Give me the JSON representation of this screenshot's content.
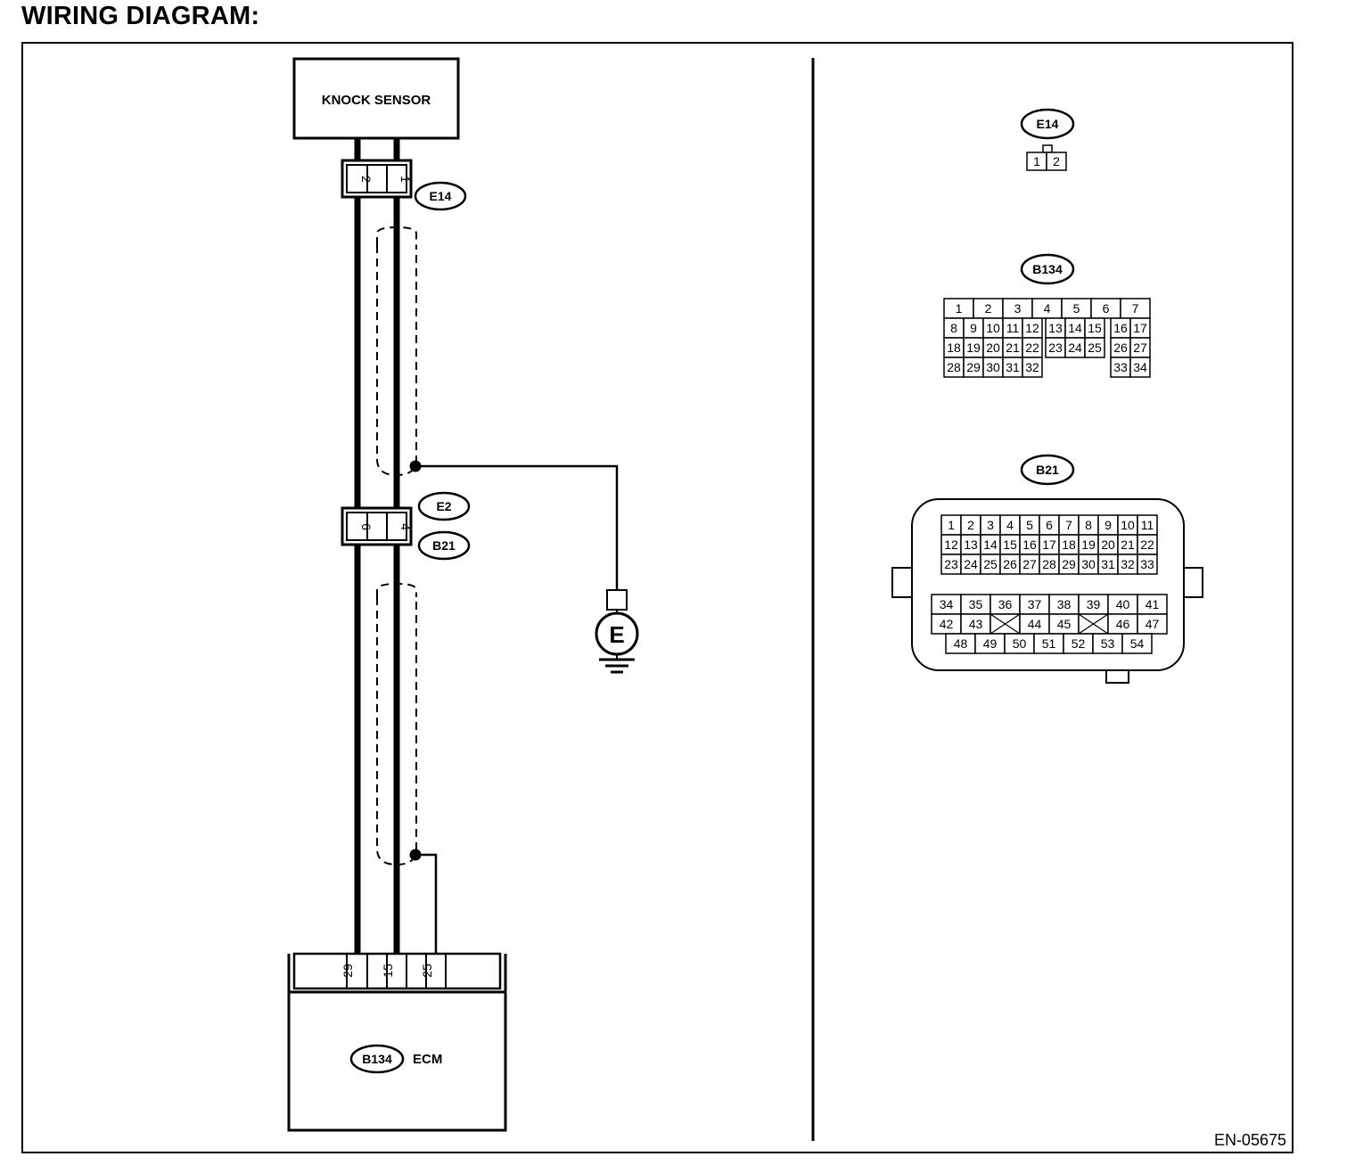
{
  "title": "WIRING DIAGRAM:",
  "figure_id": "EN-05675",
  "components": {
    "knock_sensor": "KNOCK SENSOR",
    "ecm": "ECM",
    "ground_symbol": "E"
  },
  "connector_tags": {
    "e14": "E14",
    "e2": "E2",
    "b21": "B21",
    "b134": "B134"
  },
  "pins": {
    "e14_left": "2",
    "e14_right": "1",
    "b21_left": "6",
    "b21_right": "4",
    "ecm_a": "29",
    "ecm_b": "15",
    "ecm_c": "25"
  },
  "connector_views": {
    "e14": {
      "label": "E14",
      "rows": [
        [
          "1",
          "2"
        ]
      ]
    },
    "b134": {
      "label": "B134",
      "rows": [
        [
          "1",
          "2",
          "3",
          "4",
          "5",
          "6",
          "7"
        ],
        [
          "8",
          "9",
          "10",
          "11",
          "12",
          "13",
          "14",
          "15",
          "16",
          "17"
        ],
        [
          "18",
          "19",
          "20",
          "21",
          "22",
          "23",
          "24",
          "25",
          "26",
          "27"
        ],
        [
          "28",
          "29",
          "30",
          "31",
          "32",
          "33",
          "34"
        ]
      ]
    },
    "b21": {
      "label": "B21",
      "rows": [
        [
          "1",
          "2",
          "3",
          "4",
          "5",
          "6",
          "7",
          "8",
          "9",
          "10",
          "11"
        ],
        [
          "12",
          "13",
          "14",
          "15",
          "16",
          "17",
          "18",
          "19",
          "20",
          "21",
          "22"
        ],
        [
          "23",
          "24",
          "25",
          "26",
          "27",
          "28",
          "29",
          "30",
          "31",
          "32",
          "33"
        ],
        [
          "34",
          "35",
          "36",
          "37",
          "38",
          "39",
          "40",
          "41"
        ],
        [
          "42",
          "43",
          "",
          "44",
          "45",
          "",
          "46",
          "47"
        ],
        [
          "48",
          "49",
          "50",
          "51",
          "52",
          "53",
          "54"
        ]
      ]
    }
  }
}
